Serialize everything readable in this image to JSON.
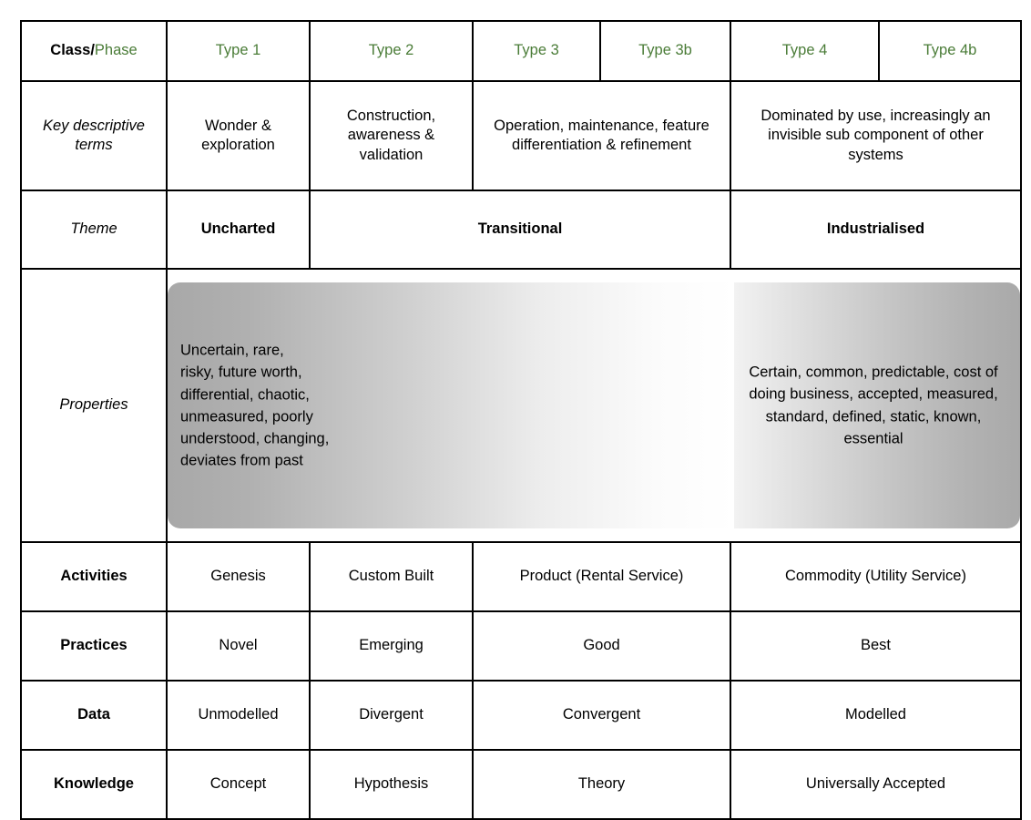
{
  "table": {
    "header": {
      "class_label": "Class",
      "separator": "/",
      "phase_label": "Phase",
      "green_hex": "#4A7C37",
      "columns": [
        {
          "label": "Type 1"
        },
        {
          "label": "Type 2"
        },
        {
          "label": "Type 3"
        },
        {
          "label": "Type 3b"
        },
        {
          "label": "Type 4"
        },
        {
          "label": "Type 4b"
        }
      ]
    },
    "rows": {
      "key_descriptive_terms": {
        "label": "Key descriptive terms",
        "cells": [
          "Wonder & exploration",
          "Construction, awareness & validation",
          "Operation, maintenance, feature differentiation & refinement",
          "Dominated by use, increasingly an invisible sub component of other systems"
        ]
      },
      "theme": {
        "label": "Theme",
        "cells": [
          "Uncharted",
          "Transitional",
          "Industrialised"
        ]
      },
      "properties": {
        "label": "Properties",
        "left_text": "Uncertain, rare,\nrisky, future worth,\ndifferential, chaotic,\nunmeasured, poorly\nunderstood,  changing,\ndeviates from past",
        "right_text": "Certain, common, predictable, cost of doing business, accepted, measured, standard, defined, static, known, essential"
      },
      "activities": {
        "label": "Activities",
        "cells": [
          "Genesis",
          "Custom Built",
          "Product (Rental Service)",
          "Commodity (Utility Service)"
        ]
      },
      "practices": {
        "label": "Practices",
        "cells": [
          "Novel",
          "Emerging",
          "Good",
          "Best"
        ]
      },
      "data": {
        "label": "Data",
        "cells": [
          "Unmodelled",
          "Divergent",
          "Convergent",
          "Modelled"
        ]
      },
      "knowledge": {
        "label": "Knowledge",
        "cells": [
          "Concept",
          "Hypothesis",
          "Theory",
          "Universally Accepted"
        ]
      }
    }
  }
}
